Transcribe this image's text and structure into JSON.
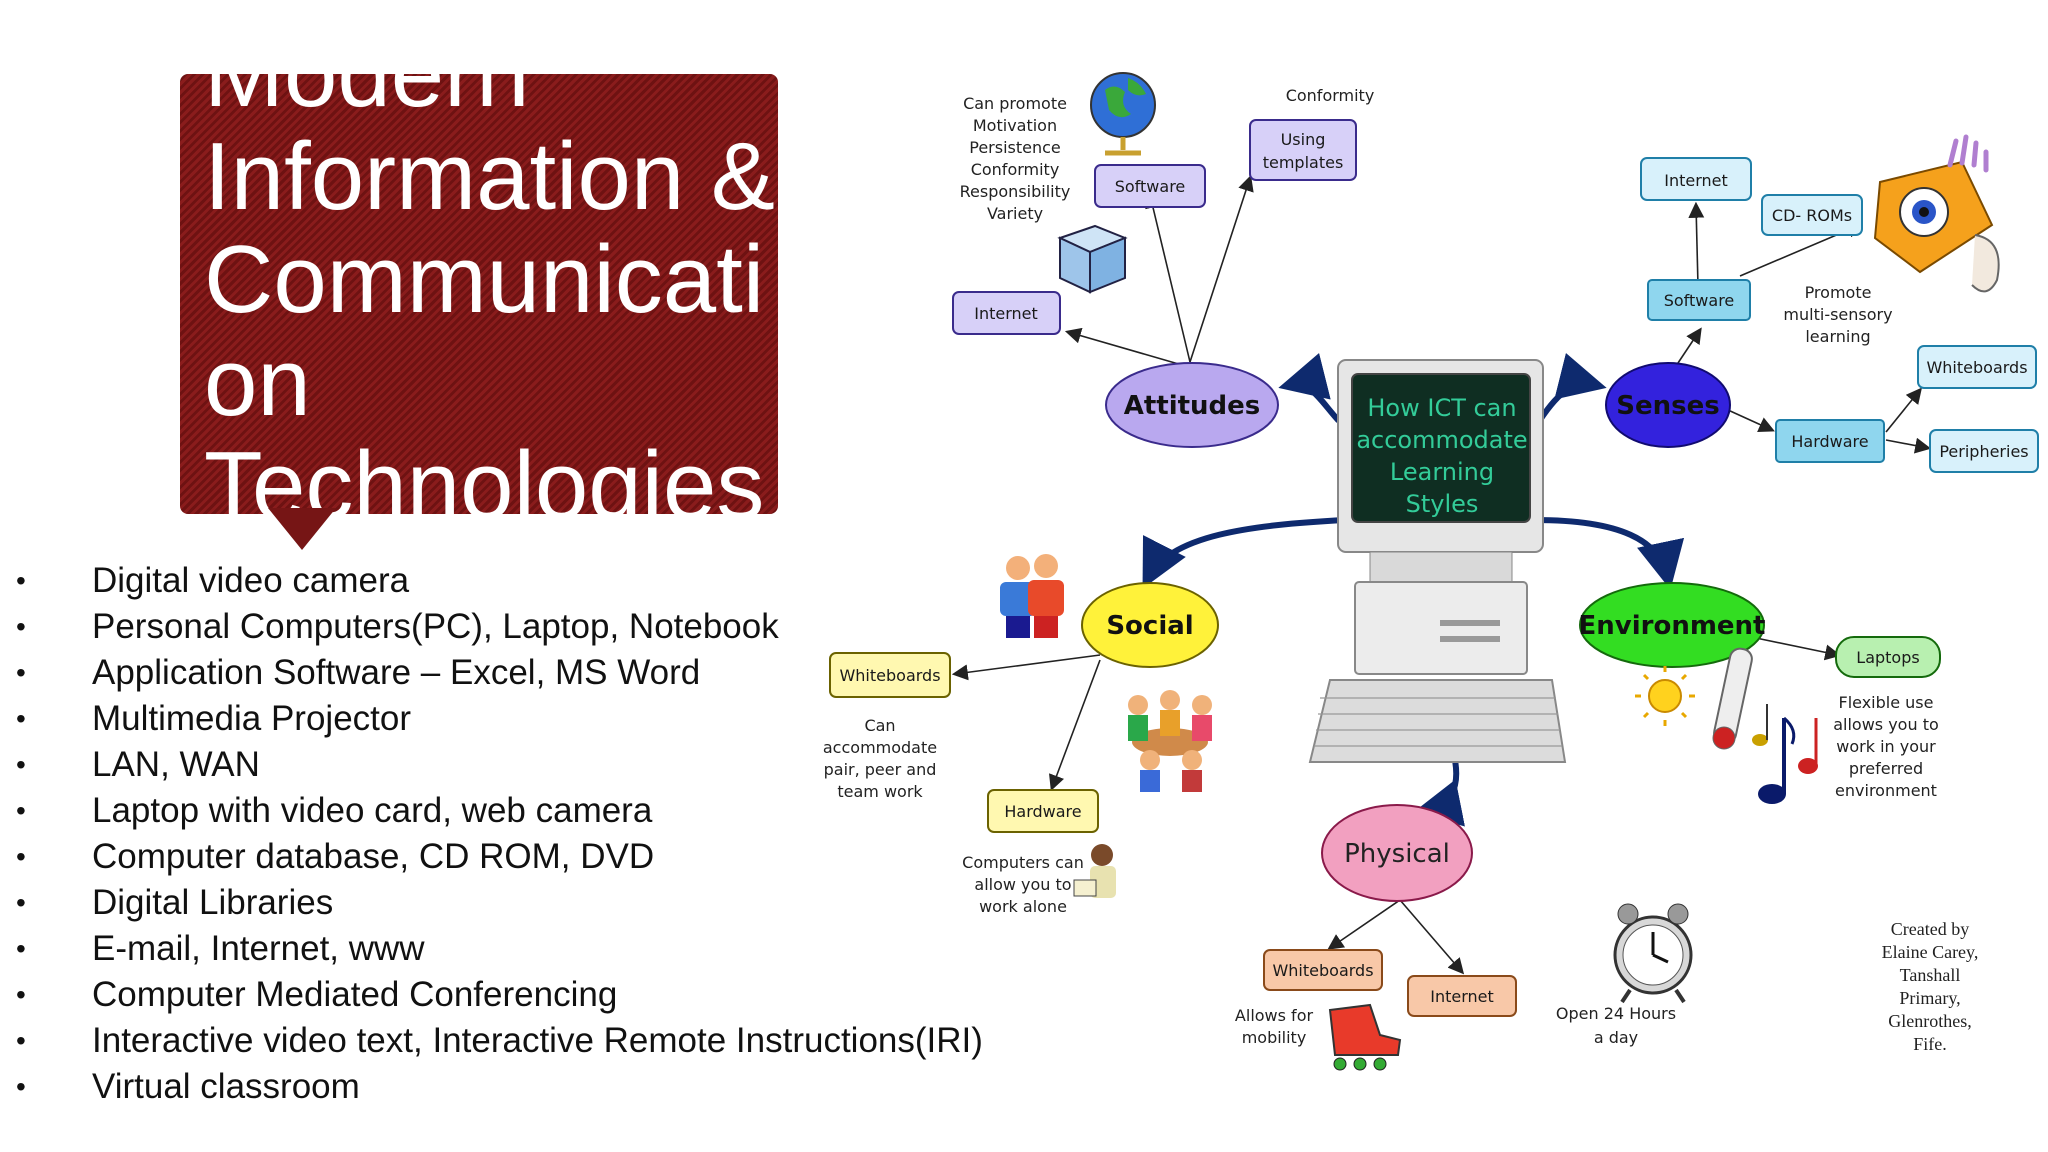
{
  "slide": {
    "title": "Modern Information & Communication Technologies",
    "bullets": [
      "Digital video camera",
      "Personal Computers(PC), Laptop, Notebook",
      "Application Software – Excel, MS Word",
      "Multimedia Projector",
      "LAN, WAN",
      "Laptop with video card, web camera",
      "Computer database, CD ROM, DVD",
      "Digital Libraries",
      "E-mail, Internet, www",
      "Computer Mediated Conferencing",
      "Interactive video text, Interactive Remote Instructions(IRI)",
      "Virtual classroom"
    ]
  },
  "mindmap": {
    "center": [
      "How ICT can",
      "accommodate",
      "Learning",
      "Styles"
    ],
    "attitudes": {
      "hub": "Attitudes",
      "software": "Software",
      "internet": "Internet",
      "templates": [
        "Using",
        "templates"
      ],
      "conformity": "Conformity",
      "note": [
        "Can promote",
        "Motivation",
        "Persistence",
        "Conformity",
        "Responsibility",
        "Variety"
      ]
    },
    "senses": {
      "hub": "Senses",
      "internet": "Internet",
      "cdroms": "CD- ROMs",
      "software": "Software",
      "hardware": "Hardware",
      "whiteboards": "Whiteboards",
      "peripheries": "Peripheries",
      "note": [
        "Promote",
        "multi-sensory",
        "learning"
      ]
    },
    "social": {
      "hub": "Social",
      "whiteboards": "Whiteboards",
      "hardware": "Hardware",
      "note1": [
        "Can",
        "accommodate",
        "pair, peer and",
        "team work"
      ],
      "note2": [
        "Computers can",
        "allow you to",
        "work alone"
      ]
    },
    "environment": {
      "hub": "Environment",
      "laptops": "Laptops",
      "note": [
        "Flexible use",
        "allows you to",
        "work in your",
        "preferred",
        "environment"
      ]
    },
    "physical": {
      "hub": "Physical",
      "whiteboards": "Whiteboards",
      "internet": "Internet",
      "note1": [
        "Allows for",
        "mobility"
      ],
      "note2": [
        "Open 24 Hours",
        "a day"
      ]
    },
    "credit": [
      "Created by",
      "Elaine Carey,",
      "Tanshall",
      "Primary,",
      "Glenrothes,",
      "Fife."
    ]
  },
  "colors": {
    "title_bg": "#8a1c1c",
    "attitudes": "#b9a8ef",
    "senses": "#3322dd",
    "social": "#fff23a",
    "environment": "#33dd22",
    "physical": "#f2a0c0",
    "screen": "#0f2e22",
    "screen_text": "#33cc99"
  },
  "icons": [
    "globe-icon",
    "open-box-icon",
    "eye-ear-hand-icon",
    "people-icon",
    "group-table-icon",
    "student-icon",
    "sun-icon",
    "thermometer-icon",
    "music-notes-icon",
    "alarm-clock-icon",
    "rollerblade-icon",
    "computer-icon"
  ]
}
